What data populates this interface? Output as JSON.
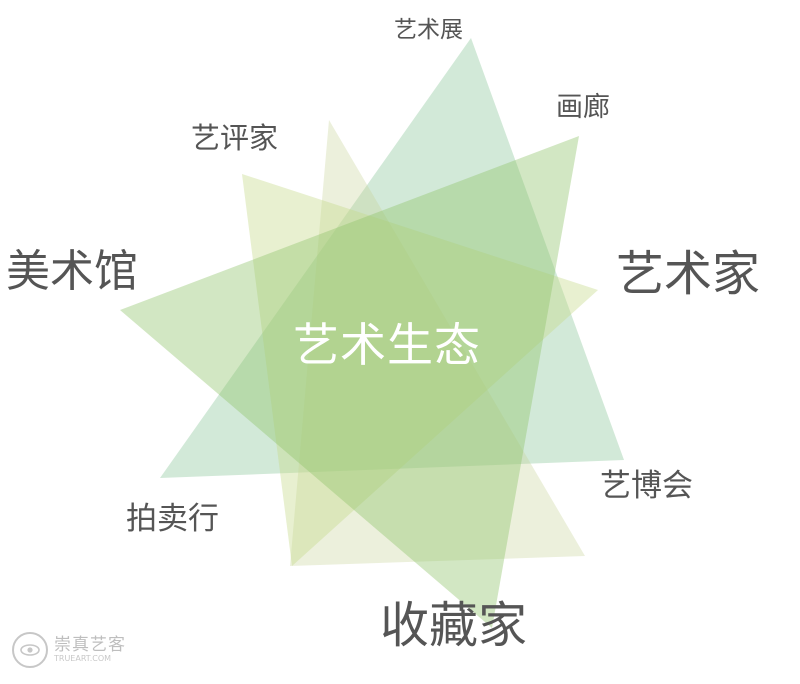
{
  "diagram": {
    "center_label": "艺术生态",
    "labels": {
      "art_exhibition": "艺术展",
      "gallery": "画廊",
      "art_critic": "艺评家",
      "art_museum": "美术馆",
      "artist": "艺术家",
      "art_fair": "艺博会",
      "auction_house": "拍卖行",
      "collector": "收藏家"
    },
    "colors": {
      "triangle_teal": "#7fbf8f",
      "triangle_lime": "#c5d98a",
      "triangle_tan": "#d2cba0",
      "triangle_green": "#8ec46a",
      "label_text": "#555555",
      "center_text": "#ffffff"
    }
  },
  "watermark": {
    "text_cn": "崇真艺客",
    "text_en": "TRUEART.COM"
  }
}
